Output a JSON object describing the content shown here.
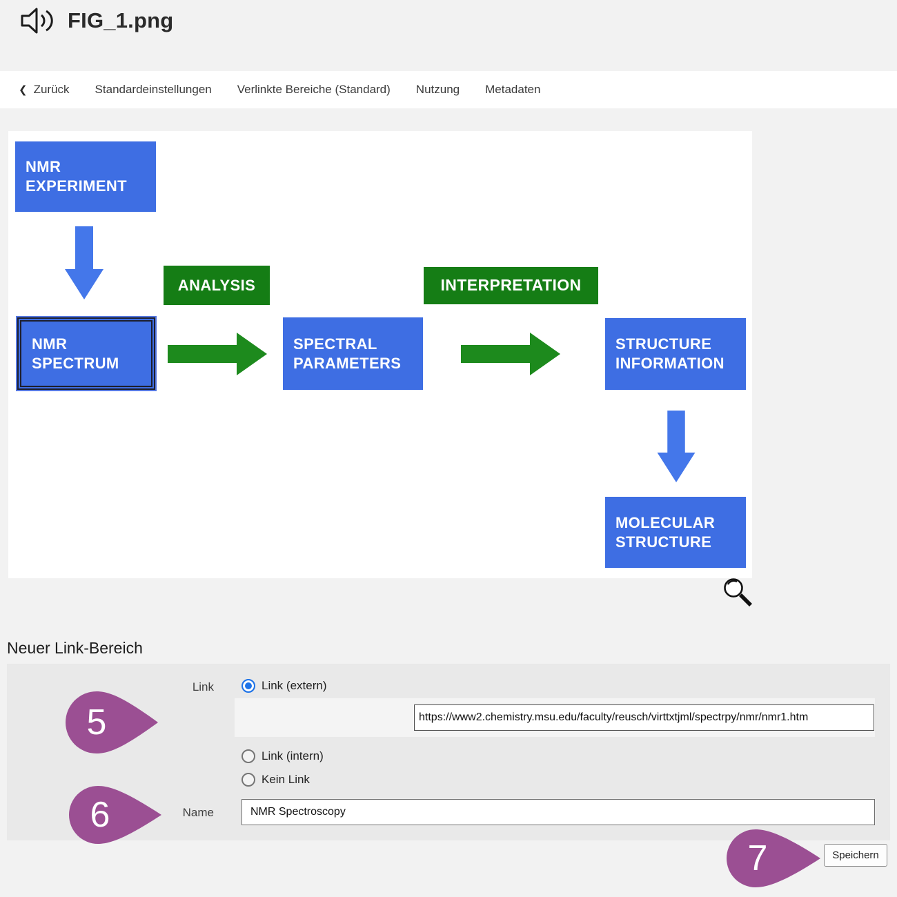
{
  "header": {
    "title": "FIG_1.png"
  },
  "nav": {
    "back_chevron": "❮",
    "back_label": "Zurück",
    "items": [
      "Standardeinstellungen",
      "Verlinkte Bereiche (Standard)",
      "Nutzung",
      "Metadaten"
    ]
  },
  "diagram": {
    "nodes": {
      "experiment": {
        "line1": "NMR",
        "line2": "EXPERIMENT"
      },
      "analysis": {
        "line1": "ANALYSIS"
      },
      "spectrum": {
        "line1": "NMR",
        "line2": "SPECTRUM"
      },
      "spectral": {
        "line1": "SPECTRAL",
        "line2": "PARAMETERS"
      },
      "interpretation": {
        "line1": "INTERPRETATION"
      },
      "structure": {
        "line1": "STRUCTURE",
        "line2": "INFORMATION"
      },
      "molecular": {
        "line1": "MOLECULAR",
        "line2": "STRUCTURE"
      }
    },
    "colors": {
      "box_blue": "#3e6ee3",
      "box_green": "#157d15",
      "arrow_blue": "#4477ea",
      "arrow_green": "#1d8a1d"
    }
  },
  "form": {
    "heading": "Neuer Link-Bereich",
    "link_label": "Link",
    "option_extern": "Link (extern)",
    "option_intern": "Link (intern)",
    "option_kein": "Kein Link",
    "url_value": "https://www2.chemistry.msu.edu/faculty/reusch/virttxtjml/spectrpy/nmr/nmr1.htm",
    "name_label": "Name",
    "name_value": "NMR Spectroscopy",
    "save_label": "Speichern"
  },
  "markers": {
    "color": "#9b4f93",
    "five": "5",
    "six": "6",
    "seven": "7"
  }
}
